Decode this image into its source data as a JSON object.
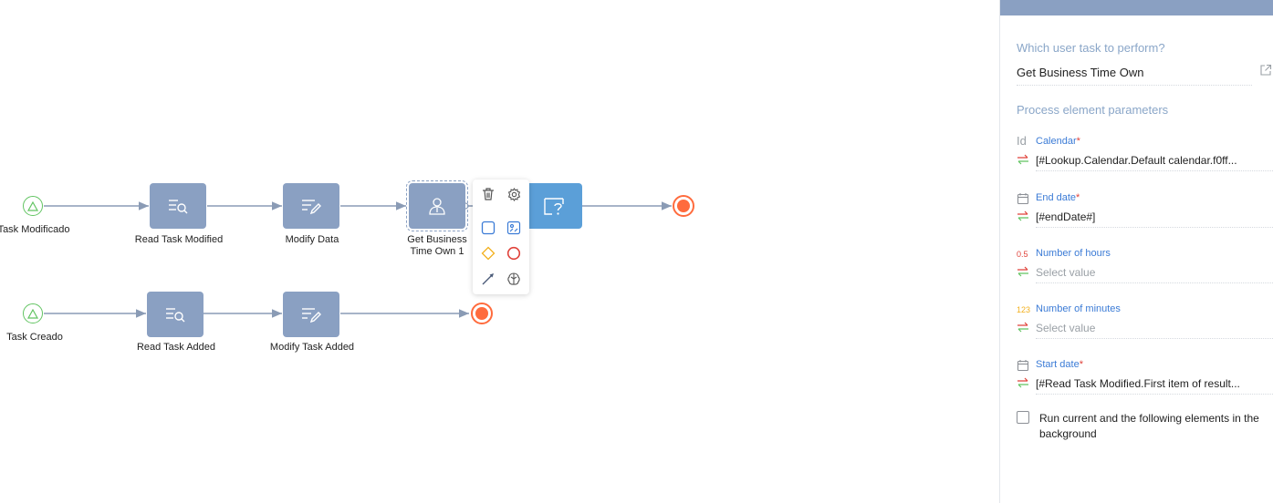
{
  "diagram": {
    "row1": {
      "start_label": "Task Modificado",
      "read_label": "Read Task Modified",
      "modify_label": "Modify Data",
      "user_task_label": "Get Business Time Own 1"
    },
    "row2": {
      "start_label": "Task Creado",
      "read_label": "Read Task Added",
      "modify_label": "Modify Task Added"
    },
    "toolbox_icons": [
      "trash-icon",
      "gear-icon",
      "task-square-icon",
      "subprocess-icon",
      "gateway-diamond-icon",
      "end-event-circle-icon",
      "connector-arrow-icon",
      "ai-brain-icon"
    ]
  },
  "panel": {
    "question": "Which user task to perform?",
    "task_value": "Get Business Time Own",
    "params_title": "Process element parameters",
    "params": [
      {
        "icon": "id-icon",
        "icon_text": "Id",
        "label": "Calendar",
        "required": "*",
        "value": "[#Lookup.Calendar.Default calendar.f0ff...",
        "placeholder": false
      },
      {
        "icon": "calendar-icon",
        "icon_text": "",
        "label": "End date",
        "required": "*",
        "value": "[#endDate#]",
        "placeholder": false
      },
      {
        "icon": "decimal-icon",
        "icon_text": "0.5",
        "label": "Number of hours",
        "required": "",
        "value": "Select value",
        "placeholder": true
      },
      {
        "icon": "integer-icon",
        "icon_text": "123",
        "label": "Number of minutes",
        "required": "",
        "value": "Select value",
        "placeholder": true
      },
      {
        "icon": "calendar-icon",
        "icon_text": "",
        "label": "Start date",
        "required": "*",
        "value": "[#Read Task Modified.First item of result...",
        "placeholder": false
      }
    ],
    "background_checkbox_label": "Run current and the following elements in the background"
  },
  "colors": {
    "node": "#8aa0c2",
    "node_active": "#5b9fd8",
    "start_event": "#62c462",
    "end_event": "#ff6b3d",
    "label_blue": "#3b7bd6",
    "section_title": "#8aa6c8"
  }
}
